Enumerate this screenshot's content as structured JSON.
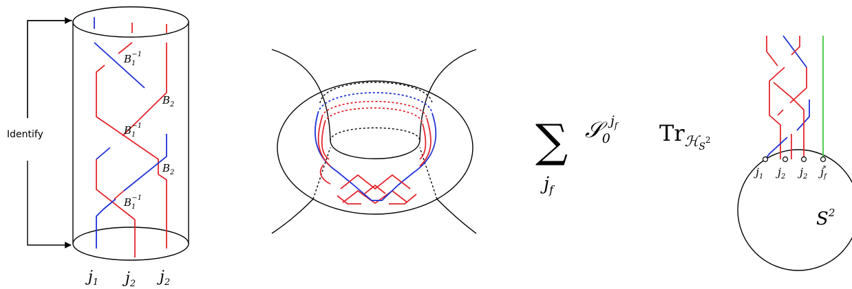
{
  "panel1": {
    "identify_label": "Identify",
    "braid_labels": [
      "B",
      "B",
      "B",
      "B",
      "B"
    ],
    "braid_subscripts": [
      "1",
      "2",
      "1",
      "2",
      "1"
    ],
    "braid_superscripts": [
      "−1",
      "",
      "−1",
      "",
      "−1"
    ],
    "bottom_labels": [
      "j",
      "j",
      "j"
    ],
    "bottom_subscripts": [
      "1",
      "2",
      "2"
    ]
  },
  "formula": {
    "sum_symbol": "∑",
    "sum_index": "j",
    "sum_index_sub": "f",
    "s_symbol": "𝒮",
    "s_sub": "0",
    "s_sup": "j",
    "s_sup_sub": "f",
    "trace": "Tr",
    "trace_sub": "ℋ",
    "trace_sub_sub": "S",
    "trace_sub_sup": "2"
  },
  "panel4": {
    "puncture_labels": [
      "j",
      "j",
      "j",
      "j"
    ],
    "puncture_subscripts": [
      "1",
      "2",
      "2",
      "f"
    ],
    "puncture_superscripts": [
      "",
      "",
      "",
      "*"
    ],
    "sphere_label": "S",
    "sphere_sup": "2"
  },
  "colors": {
    "red": "#e3262c",
    "blue": "#1d2fd6",
    "green": "#3cc83c",
    "black": "#000000"
  }
}
